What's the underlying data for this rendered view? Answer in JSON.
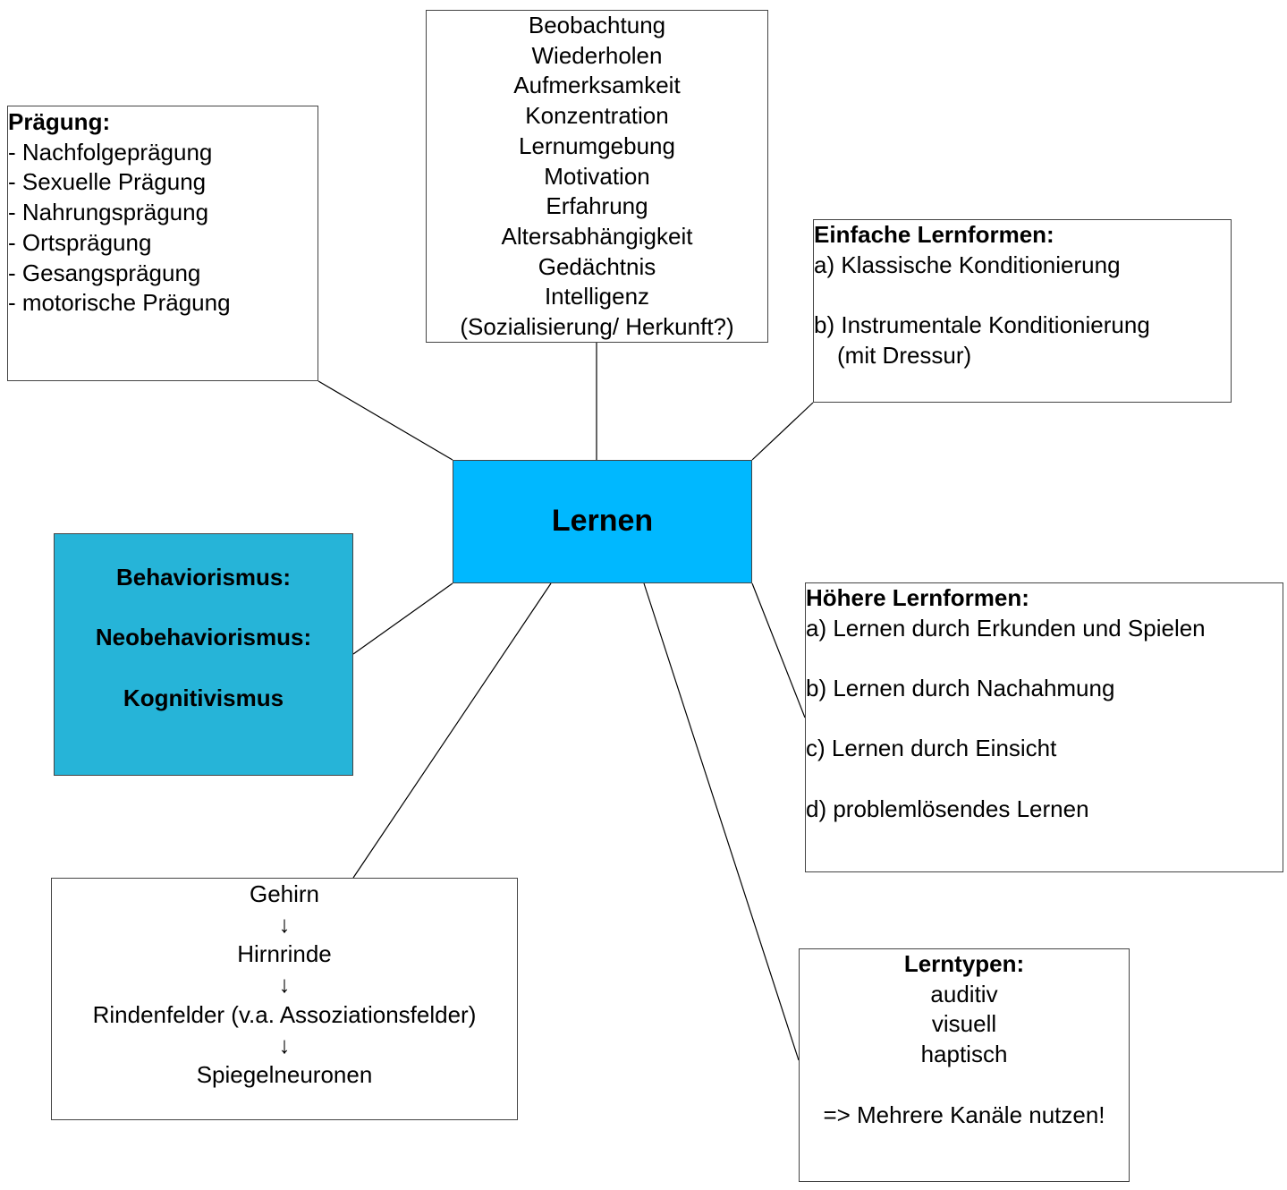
{
  "center": {
    "label": "Lernen"
  },
  "praegung": {
    "heading": "Prägung:",
    "items": [
      "- Nachfolgeprägung",
      "- Sexuelle Prägung",
      "- Nahrungsprägung",
      "- Ortsprägung",
      "- Gesangsprägung",
      "- motorische Prägung"
    ]
  },
  "factors": {
    "items": [
      "Beobachtung",
      "Wiederholen",
      "Aufmerksamkeit",
      "Konzentration",
      "Lernumgebung",
      "Motivation",
      "Erfahrung",
      "Altersabhängigkeit",
      "Gedächtnis",
      "Intelligenz",
      "(Sozialisierung/ Herkunft?)"
    ]
  },
  "einfach": {
    "heading": "Einfache Lernformen:",
    "a": "a) Klassische Konditionierung",
    "b": "b) Instrumentale Konditionierung",
    "b_note": "(mit Dressur)"
  },
  "theorien": {
    "items": [
      "Behaviorismus:",
      "Neobehaviorismus:",
      "Kognitivismus"
    ]
  },
  "hoeher": {
    "heading": "Höhere Lernformen:",
    "items": [
      "a) Lernen durch Erkunden und Spielen",
      "b) Lernen durch Nachahmung",
      "c) Lernen durch Einsicht",
      "d) problemlösendes Lernen"
    ]
  },
  "gehirn": {
    "items": [
      "Gehirn",
      "↓",
      "Hirnrinde",
      "↓",
      "Rindenfelder (v.a. Assoziationsfelder)",
      "↓",
      "Spiegelneuronen"
    ]
  },
  "lerntypen": {
    "heading": "Lerntypen:",
    "items": [
      "auditiv",
      "visuell",
      "haptisch"
    ],
    "note": "=> Mehrere Kanäle nutzen!"
  },
  "colors": {
    "center_fill": "#00b8ff",
    "theorien_fill": "#26b4d8"
  }
}
